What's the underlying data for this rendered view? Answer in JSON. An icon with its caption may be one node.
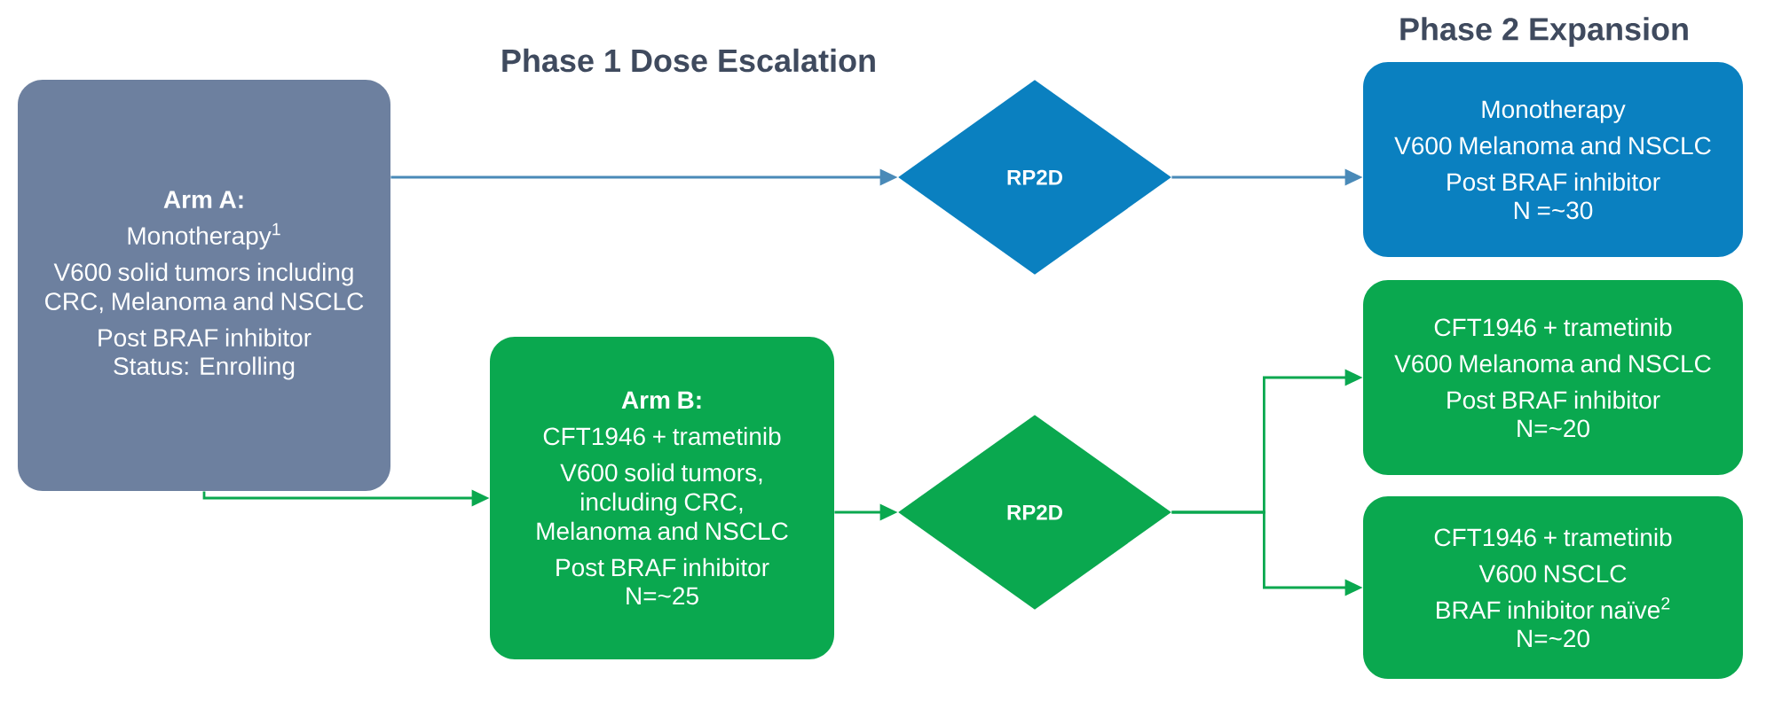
{
  "diagram": {
    "nodes": [
      {
        "text": [
          "Arm A:",
          "Monotherapy$^{1}$",
          "V600 solid tumors including CRC, Melanoma and NSCLC",
          "Post BRAF inhibitor",
          "Status: Enrolling"
        ]
      },
      {
        "text": [
          "Arm B:",
          "CFT1946 + trametinib",
          "V600 solid tumors, including CRC, Melanoma and NSCLC",
          "Post BRAF inhibitor",
          "N=~25"
        ]
      },
      {
        "text": [
          "RP2D"
        ]
      },
      {
        "text": [
          "RP2D"
        ]
      },
      {
        "text": [
          "Monotherapy",
          "V600 Melanoma and NSCLC",
          "Post BRAF inhibitor",
          "N =~30"
        ]
      },
      {
        "text": [
          "CFT1946 + trametinib",
          "V600 Melanoma and NSCLC",
          "Post BRAF inhibitor",
          "N=~20"
        ]
      },
      {
        "text": [
          "CFT1946 + trametinib",
          "V600 NSCLC",
          "BRAF inhibitor naïve$^{2}$",
          "N=~20"
        ]
      }
    ],
    "edges": [
      {
        "from": 0,
        "to": 2,
        "arrow": "to",
        "color": "#4a8ab8"
      },
      {
        "from": 2,
        "to": 4,
        "arrow": "to",
        "color": "#4a8ab8"
      },
      {
        "from": 0,
        "to": 1,
        "arrow": "to"
      },
      {
        "from": 1,
        "to": 3,
        "arrow": "to"
      },
      {
        "from": 3,
        "to": 5,
        "arrow": "to"
      },
      {
        "from": 3,
        "to": 6,
        "arrow": "to"
      }
    ],
    "labels": [
      "Phase 1 Dose Escalation",
      "Phase 2 Expansion"
    ]
  }
}
